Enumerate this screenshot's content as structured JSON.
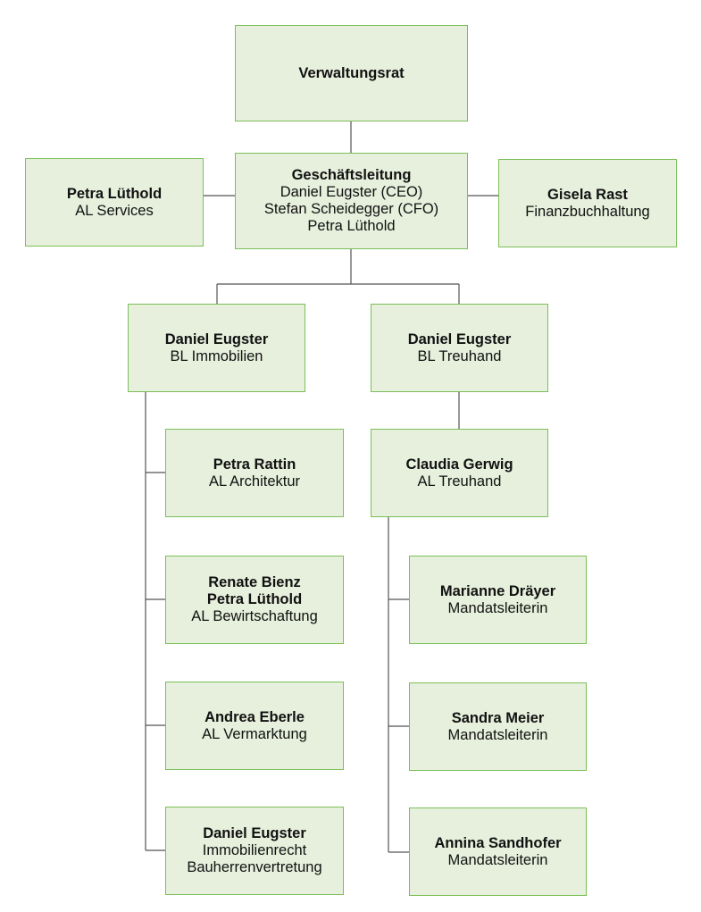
{
  "colors": {
    "box_fill": "#e6f0dc",
    "box_border": "#7cbf58",
    "connector": "#555555",
    "text": "#111111"
  },
  "boxes": {
    "board": {
      "lines": [
        {
          "text": "Verwaltungsrat",
          "bold": true
        }
      ]
    },
    "executive": {
      "lines": [
        {
          "text": "Geschäftsleitung",
          "bold": true
        },
        {
          "text": "Daniel Eugster (CEO)",
          "bold": false
        },
        {
          "text": "Stefan Scheidegger (CFO)",
          "bold": false
        },
        {
          "text": "Petra Lüthold",
          "bold": false
        }
      ]
    },
    "services": {
      "lines": [
        {
          "text": "Petra Lüthold",
          "bold": true
        },
        {
          "text": "AL Services",
          "bold": false
        }
      ]
    },
    "accounting": {
      "lines": [
        {
          "text": "Gisela Rast",
          "bold": true
        },
        {
          "text": "Finanzbuchhaltung",
          "bold": false
        }
      ]
    },
    "bl_realestate": {
      "lines": [
        {
          "text": "Daniel Eugster",
          "bold": true
        },
        {
          "text": "BL Immobilien",
          "bold": false
        }
      ]
    },
    "bl_trust": {
      "lines": [
        {
          "text": "Daniel Eugster",
          "bold": true
        },
        {
          "text": "BL Treuhand",
          "bold": false
        }
      ]
    },
    "architecture": {
      "lines": [
        {
          "text": "Petra Rattin",
          "bold": true
        },
        {
          "text": "AL Architektur",
          "bold": false
        }
      ]
    },
    "management": {
      "lines": [
        {
          "text": "Renate Bienz",
          "bold": true
        },
        {
          "text": "Petra Lüthold",
          "bold": true
        },
        {
          "text": "AL Bewirtschaftung",
          "bold": false
        }
      ]
    },
    "marketing": {
      "lines": [
        {
          "text": "Andrea Eberle",
          "bold": true
        },
        {
          "text": "AL Vermarktung",
          "bold": false
        }
      ]
    },
    "real_estate_law": {
      "lines": [
        {
          "text": "Daniel Eugster",
          "bold": true
        },
        {
          "text": "Immobilienrecht",
          "bold": false
        },
        {
          "text": "Bauherrenvertretung",
          "bold": false
        }
      ]
    },
    "al_trust": {
      "lines": [
        {
          "text": "Claudia Gerwig",
          "bold": true
        },
        {
          "text": "AL Treuhand",
          "bold": false
        }
      ]
    },
    "mandate_1": {
      "lines": [
        {
          "text": "Marianne Dräyer",
          "bold": true
        },
        {
          "text": "Mandatsleiterin",
          "bold": false
        }
      ]
    },
    "mandate_2": {
      "lines": [
        {
          "text": "Sandra Meier",
          "bold": true
        },
        {
          "text": "Mandatsleiterin",
          "bold": false
        }
      ]
    },
    "mandate_3": {
      "lines": [
        {
          "text": "Annina Sandhofer",
          "bold": true
        },
        {
          "text": "Mandatsleiterin",
          "bold": false
        }
      ]
    }
  }
}
